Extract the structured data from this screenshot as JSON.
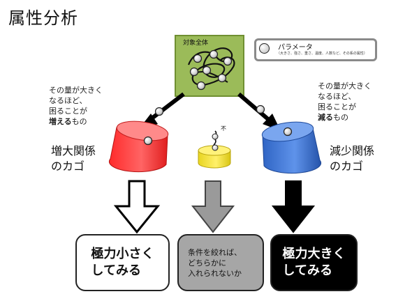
{
  "title": "属性分析",
  "target_label": "対象全体",
  "legend": {
    "label": "パラメータ",
    "sublabel": "（大きさ、強さ、重さ、温度、人数など、その系の属性）"
  },
  "left_note": {
    "lines": [
      "その量が大きく",
      "なるほど、",
      "困ることが"
    ],
    "emphasis": "増える",
    "suffix": "もの"
  },
  "right_note": {
    "lines": [
      "その量が大きく",
      "なるほど、",
      "困ることが"
    ],
    "emphasis": "減る",
    "suffix": "もの"
  },
  "basket_increase_label": "増大関係\nのカゴ",
  "basket_decrease_label": "減少関係\nのカゴ",
  "neutral_mark": "不",
  "box_min": "極力小さく\nしてみる",
  "box_mid": "条件を絞れば、\nどちらかに\n入れられないか",
  "box_max": "極力大きく\nしてみる",
  "colors": {
    "target_fill": "#9BBB59",
    "basket_red": "#FF3B3B",
    "basket_blue": "#3A73D4",
    "dish_yellow": "#F2E33A",
    "arrow_white": "#ffffff",
    "arrow_gray": "#9a9a9a",
    "arrow_black": "#000000"
  }
}
